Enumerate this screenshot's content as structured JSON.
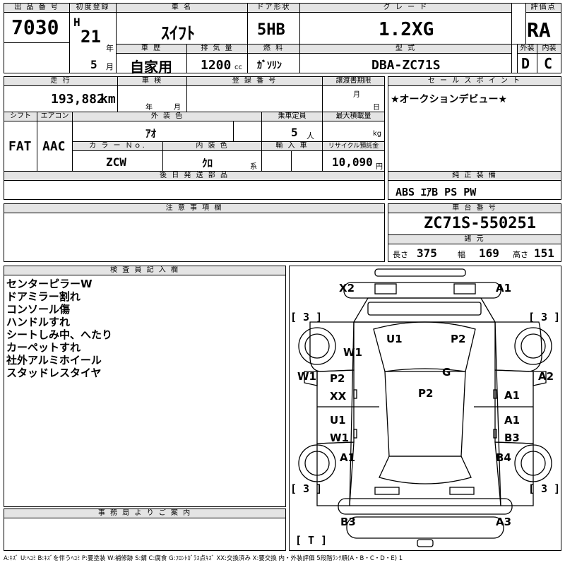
{
  "header": {
    "lot_label": "出 品 番 号",
    "lot_number": "7030",
    "first_reg_label": "初度登録",
    "era_letter": "H",
    "year": "21",
    "year_unit": "年",
    "month": "5",
    "month_unit": "月",
    "car_name_label": "車 名",
    "car_name": "ｽｲﾌﾄ",
    "door_label": "ドア形状",
    "door_value": "5HB",
    "grade_label": "グ レ ー ド",
    "grade_value": "1.2XG",
    "rating_label": "評価点",
    "rating_value": "RA",
    "history_label": "車 歴",
    "history_value": "自家用",
    "displacement_label": "排 気 量",
    "displacement_value": "1200",
    "displacement_unit": "cc",
    "fuel_label": "燃 料",
    "fuel_value": "ｶﾞｿﾘﾝ",
    "model_label": "型 式",
    "model_value": "DBA-ZC71S",
    "exterior_label": "外装",
    "exterior_value": "D",
    "interior_label": "内装",
    "interior_value": "C"
  },
  "specs": {
    "mileage_label": "走 行",
    "mileage_value": "193,882",
    "mileage_unit": "km",
    "inspection_label": "車 検",
    "inspection_year_unit": "年",
    "inspection_month_unit": "月",
    "reg_number_label": "登 録 番 号",
    "transfer_label": "譲渡書期限",
    "transfer_month_unit": "月",
    "transfer_day_unit": "日",
    "shift_label": "シフト",
    "shift_value": "FAT",
    "ac_label": "エアコン",
    "ac_value": "AAC",
    "color_label": "外 装 色",
    "color_value": "ｱｵ",
    "capacity_label": "乗車定員",
    "capacity_value": "5",
    "capacity_unit": "人",
    "load_label": "最大積載量",
    "load_unit": "kg",
    "color_no_label": "カ ラ ー Ｎｏ.",
    "color_no_value": "ZCW",
    "int_color_label": "内 装 色",
    "int_color_value": "ｸﾛ",
    "int_color_unit": "系",
    "import_label": "輸 入 車",
    "recycle_label": "リサイクル預託金",
    "recycle_value": "10,090",
    "recycle_unit": "円",
    "later_parts_label": "後 日 発 送 部 品"
  },
  "sales": {
    "label": "セ ー ル ス ポ イ ン ト",
    "text": "★オークションデビュー★"
  },
  "equipment": {
    "label": "純 正 装 備",
    "value": "ABS ｴｱB PS PW"
  },
  "notes": {
    "label": "注 意 事 項 欄"
  },
  "chassis": {
    "label": "車 台 番 号",
    "value": "ZC71S-550251",
    "dims_label": "諸 元",
    "length_label": "長さ",
    "length_value": "375",
    "width_label": "幅",
    "width_value": "169",
    "height_label": "高さ",
    "height_value": "151"
  },
  "inspector": {
    "label": "検 査 員 記 入 欄",
    "lines": [
      "センターピラーW",
      "ドアミラー割れ",
      "コンソール傷",
      "ハンドルすれ",
      "シートしみ中、へたり",
      "カーペットすれ",
      "社外アルミホイール",
      "スタッドレスタイヤ"
    ]
  },
  "office": {
    "label": "事 務 局 よ り ご 案 内"
  },
  "diagram": {
    "marks": {
      "x2": "X2",
      "a1_top": "A1",
      "u1_roof": "U1",
      "p2_roof": "P2",
      "w1_windshield": "W1",
      "w1_left": "W1",
      "a2_right": "A2",
      "g_glass": "G",
      "p2_left": "P2",
      "xx_left": "XX",
      "p2_center": "P2",
      "a1_right1": "A1",
      "u1_left": "U1",
      "w1_left2": "W1",
      "a1_right2": "A1",
      "b3_right": "B3",
      "a1_left_low": "A1",
      "b4_right": "B4",
      "b3_bottom": "B3",
      "a3_bottom": "A3"
    },
    "brackets": {
      "tl": "[ 3 ]",
      "tr": "[ 3 ]",
      "bl": "[ 3 ]",
      "br": "[ 3 ]",
      "bt": "[ T ]"
    }
  },
  "legend": "A:ｷｽﾞ U:ﾍｺﾐ B:ｷｽﾞを伴うﾍｺﾐ P:要塗装 W:補修跡 S:錆 C:腐食 G:ﾌﾛﾝﾄｶﾞﾗｽ点ｷｽﾞ XX:交換済み X:要交換 内・外装評価 5段階ﾗﾝｸ順(A・B・C・D・E) 1"
}
